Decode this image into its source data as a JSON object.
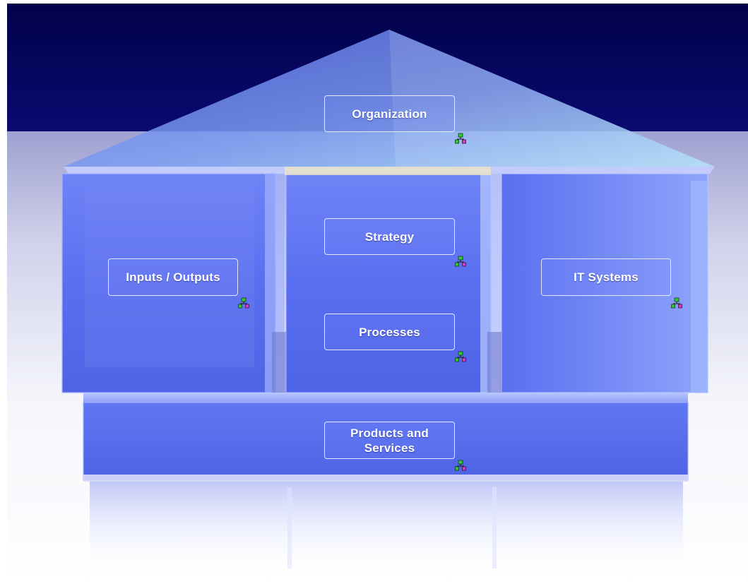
{
  "diagram": {
    "colors": {
      "sky_top": "#02024e",
      "sky_bottom": "#06066b",
      "block_face": "#5a6ff0",
      "block_light": "#8fa2ff",
      "roof": "#7f9bf2",
      "icon_node_top": "#2fc93a",
      "icon_node_bottom": "#d43cc8"
    },
    "elements": {
      "organization": {
        "label": "Organization",
        "icon": "hierarchy-icon"
      },
      "strategy": {
        "label": "Strategy",
        "icon": "hierarchy-icon"
      },
      "processes": {
        "label": "Processes",
        "icon": "hierarchy-icon"
      },
      "inputs_outputs": {
        "label": "Inputs / Outputs",
        "icon": "hierarchy-icon"
      },
      "it_systems": {
        "label": "IT Systems",
        "icon": "hierarchy-icon"
      },
      "products_services": {
        "label": "Products and Services",
        "icon": "hierarchy-icon"
      }
    }
  }
}
